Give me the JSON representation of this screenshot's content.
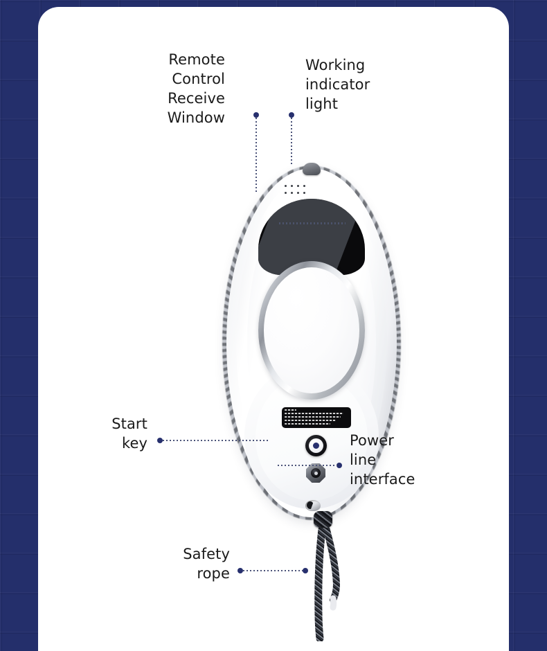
{
  "background": {
    "color": "#242f6b",
    "grid": true
  },
  "card": {
    "color": "#ffffff"
  },
  "product": {
    "name": "window-cleaning-robot",
    "body_color": "#ffffff",
    "accent_color": "#27306e",
    "panel_color": "#0a0a0c"
  },
  "callouts": [
    {
      "id": "remote-control-receive-window",
      "text": "Remote\nControl\nReceive\nWindow",
      "align": "right",
      "leader": "vertical"
    },
    {
      "id": "working-indicator-light",
      "text": "Working\nindicator\nlight",
      "align": "left",
      "leader": "vertical"
    },
    {
      "id": "start-key",
      "text": "Start\nkey",
      "align": "right",
      "leader": "horizontal"
    },
    {
      "id": "power-line-interface",
      "text": "Power\nline\ninterface",
      "align": "left",
      "leader": "horizontal"
    },
    {
      "id": "safety-rope",
      "text": "Safety\nrope",
      "align": "right",
      "leader": "horizontal"
    }
  ],
  "warning_label": {
    "present": true,
    "lines": 5,
    "legible": false,
    "background": "#0c0c0e"
  },
  "colors": {
    "navy": "#242f6b",
    "dot": "#27306e",
    "leader": "#4a5278",
    "text": "#1a1a1a"
  }
}
